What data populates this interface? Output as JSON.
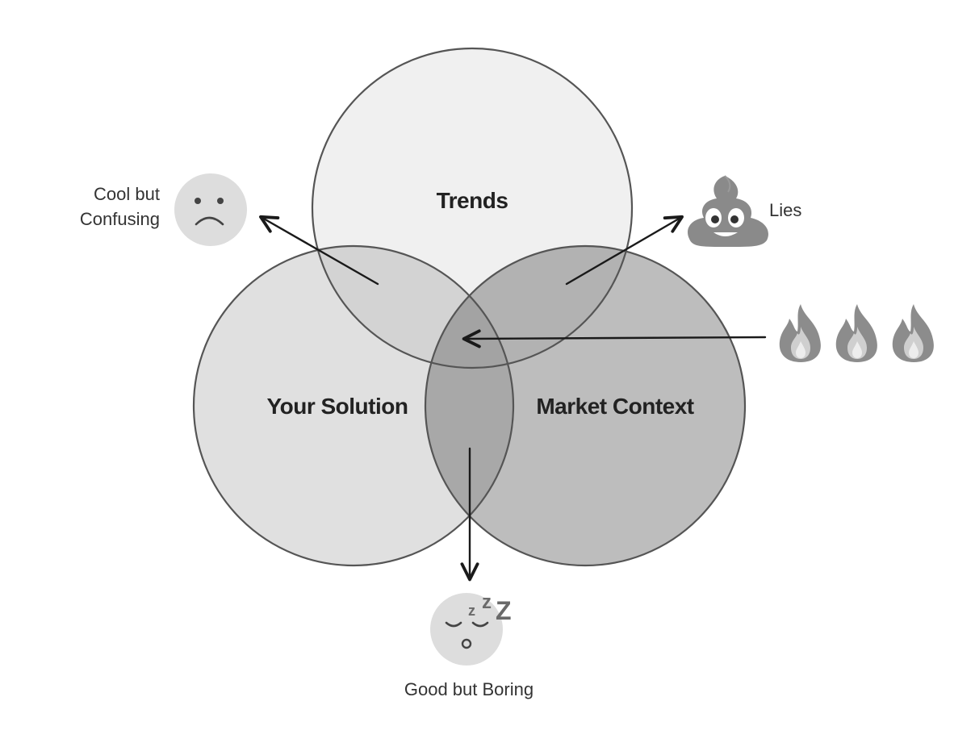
{
  "diagram": {
    "circles": {
      "trends": {
        "label": "Trends"
      },
      "solution": {
        "label": "Your Solution"
      },
      "market": {
        "label": "Market Context"
      }
    },
    "outcomes": {
      "cool_but_confusing": {
        "line1": "Cool but",
        "line2": "Confusing",
        "icon": "frowning-face-icon"
      },
      "lies": {
        "label": "Lies",
        "icon": "poop-emoji-icon"
      },
      "center": {
        "icon": "fire-icon",
        "count": 3
      },
      "good_but_boring": {
        "label": "Good but Boring",
        "icon": "sleeping-face-icon",
        "zzz": [
          "z",
          "z",
          "Z"
        ]
      }
    },
    "colors": {
      "trends_fill": "#f0f0f0",
      "solution_fill": "#e0e0e0",
      "market_fill": "#bdbdbd",
      "overlap_fill": "#a8a8a8",
      "outline": "#555555",
      "arrow": "#1a1a1a"
    }
  }
}
